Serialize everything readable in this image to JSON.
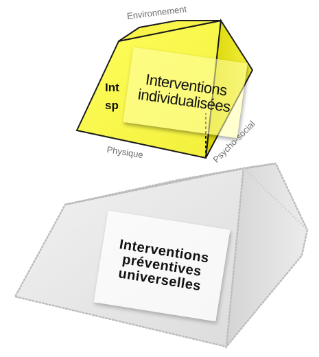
{
  "top_prism": {
    "faces": [
      "Environnement",
      "Physique",
      "Psycho-social"
    ],
    "hidden_text_lines": [
      "Int",
      "sp"
    ],
    "card_lines": [
      "Interventions",
      "individualisées"
    ],
    "fill_color": "#ffff55"
  },
  "base_prism": {
    "card_lines": [
      "Interventions",
      "préventives",
      "universelles"
    ],
    "fill_color": "#e6e6e6",
    "style": "dotted-outline"
  }
}
